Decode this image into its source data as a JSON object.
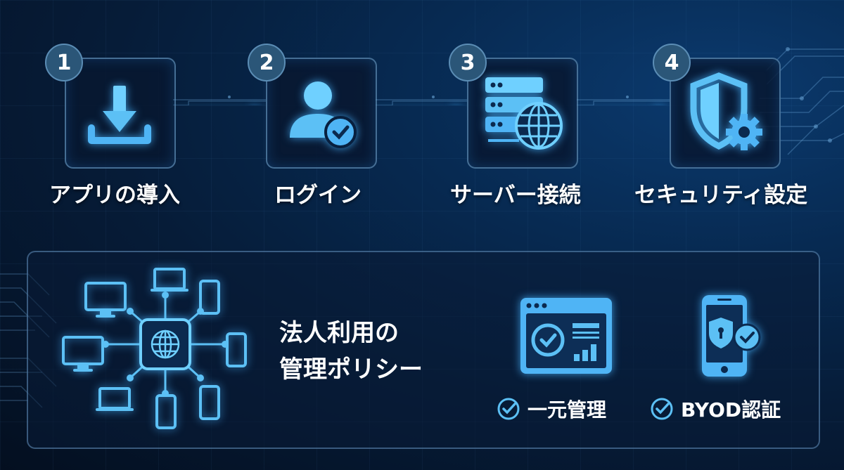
{
  "steps": [
    {
      "number": "1",
      "label": "アプリの導入",
      "icon": "download-icon"
    },
    {
      "number": "2",
      "label": "ログイン",
      "icon": "user-check-icon"
    },
    {
      "number": "3",
      "label": "サーバー接続",
      "icon": "server-globe-icon"
    },
    {
      "number": "4",
      "label": "セキュリティ設定",
      "icon": "shield-gear-icon"
    }
  ],
  "policy": {
    "title_line1": "法人利用の",
    "title_line2": "管理ポリシー",
    "hub_icon": "globe-network-icon",
    "features": [
      {
        "label": "一元管理",
        "icon": "dashboard-check-icon"
      },
      {
        "label": "BYOD認証",
        "icon": "phone-shield-check-icon"
      }
    ]
  },
  "colors": {
    "accent": "#5cc8ff",
    "icon_fill": "#4fb4f5",
    "badge": "#2b5678",
    "background": "#061c38"
  }
}
